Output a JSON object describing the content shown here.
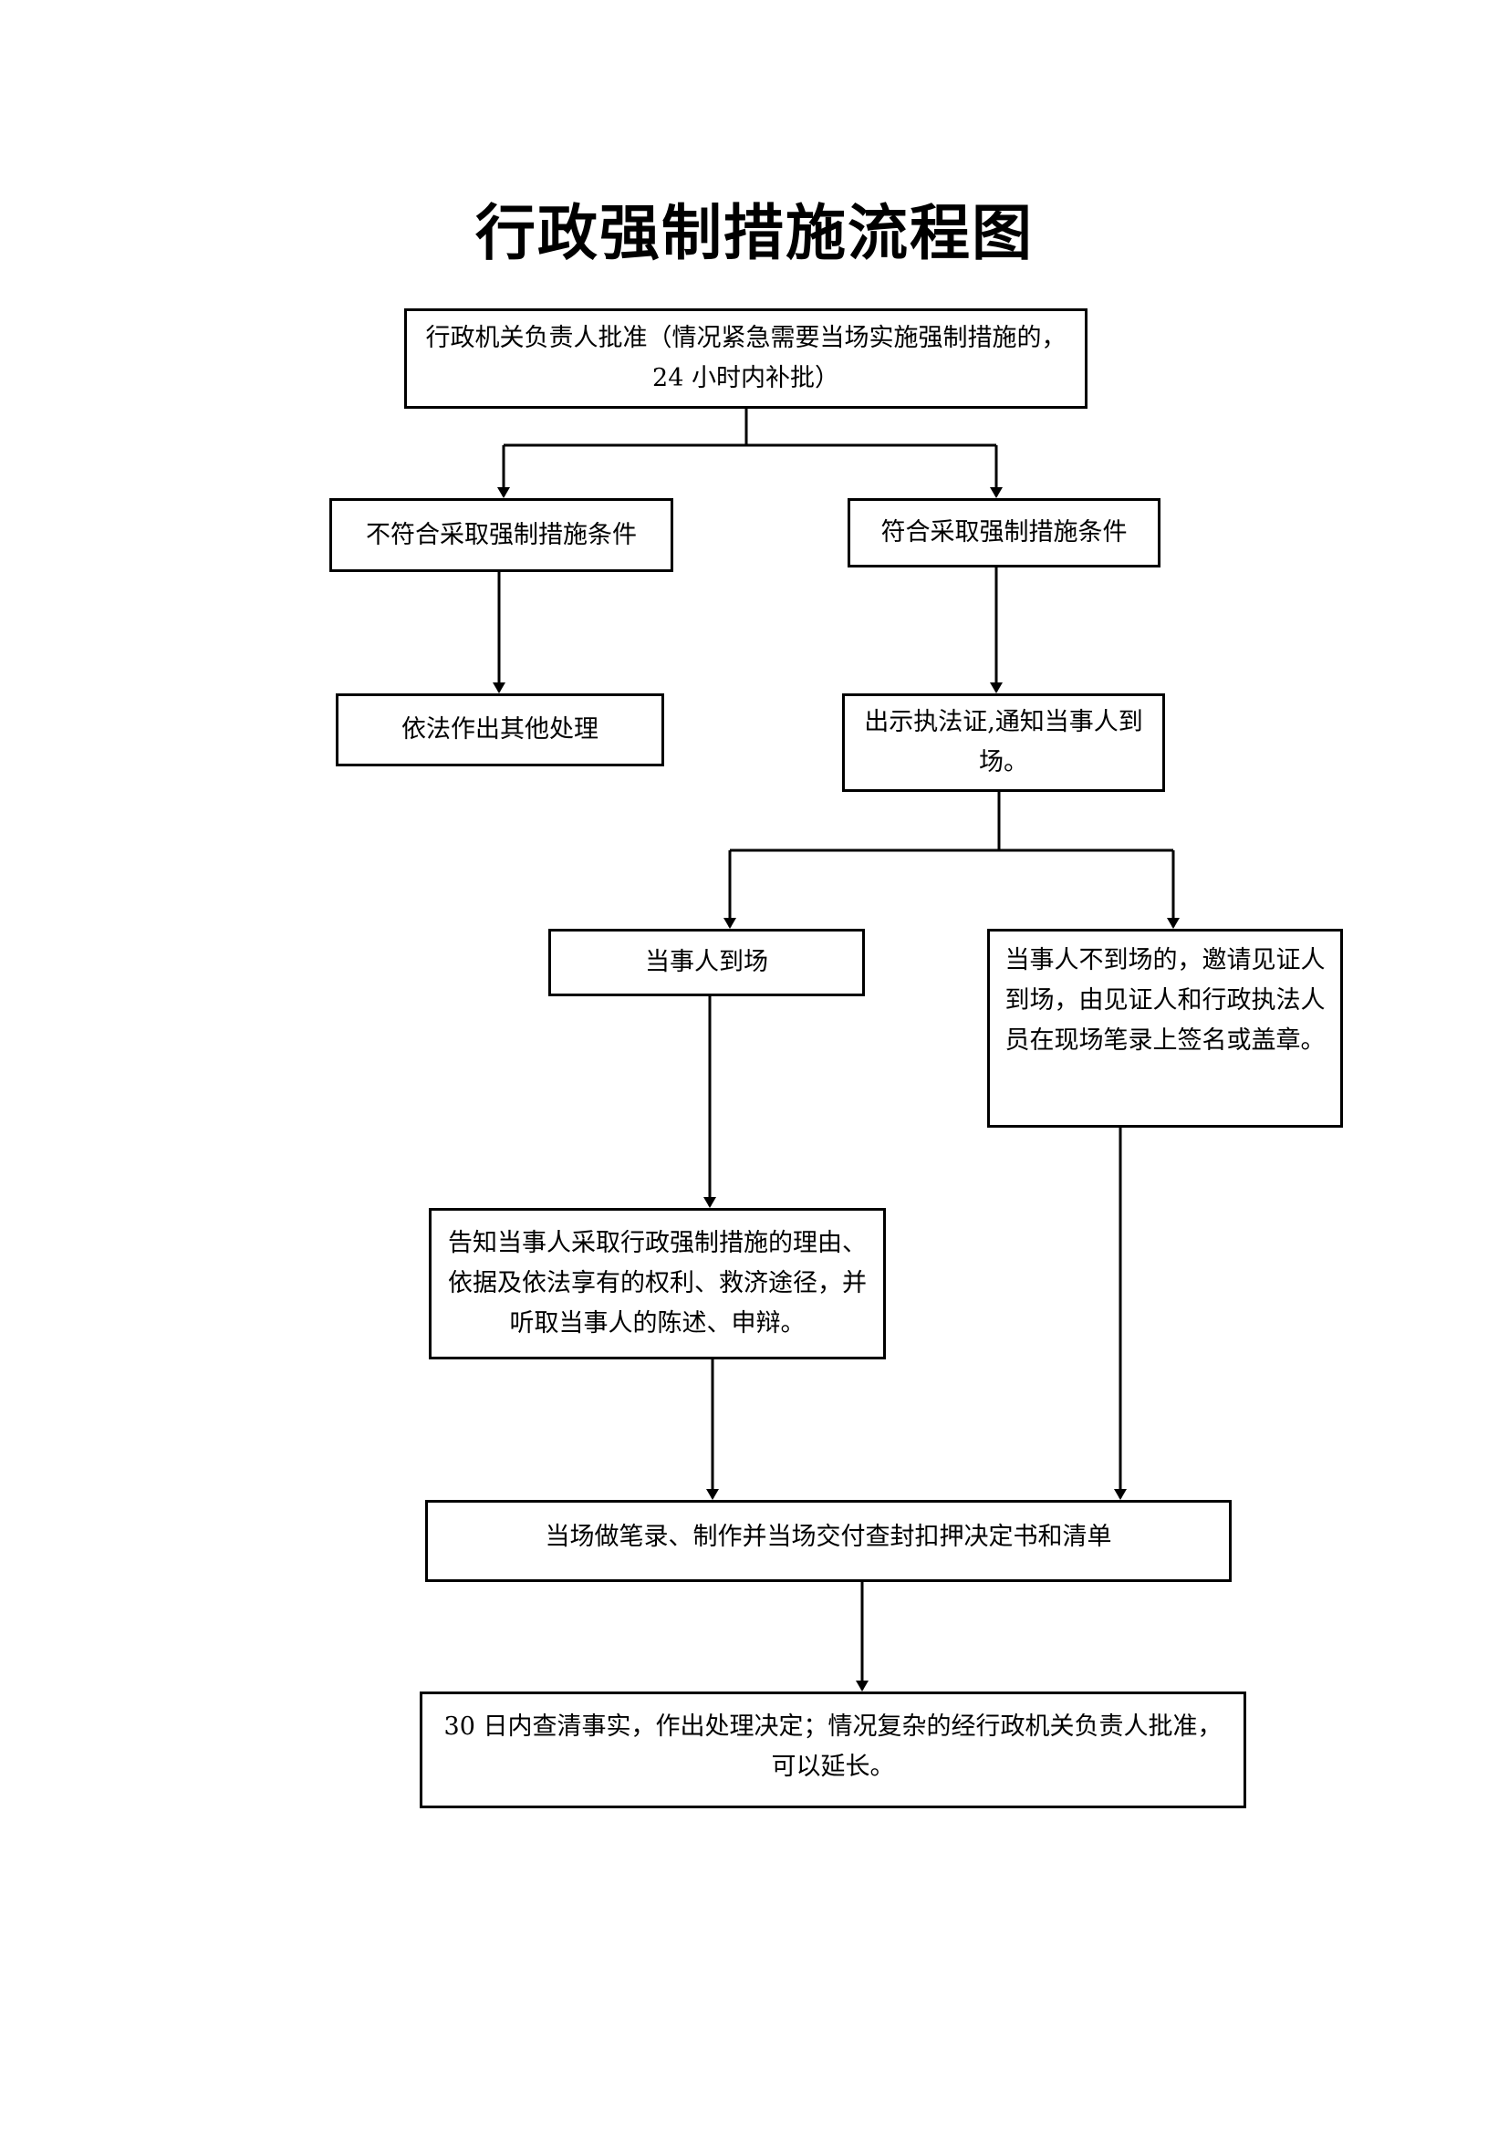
{
  "title": "行政强制措施流程图",
  "nodes": {
    "approval": "行政机关负责人批准（情况紧急需要当场实施强制措施的，24 小时内补批）",
    "not_meet": "不符合采取强制措施条件",
    "meet": "符合采取强制措施条件",
    "other_handling": "依法作出其他处理",
    "show_cert": "出示执法证,通知当事人到场。",
    "party_present": "当事人到场",
    "party_absent": "当事人不到场的，邀请见证人到场，由见证人和行政执法人员在现场笔录上签名或盖章。",
    "inform": "告知当事人采取行政强制措施的理由、依据及依法享有的权利、救济途径，并听取当事人的陈述、申辩。",
    "record": "当场做笔录、制作并当场交付查封扣押决定书和清单",
    "final": "30 日内查清事实，作出处理决定；情况复杂的经行政机关负责人批准，可以延长。"
  }
}
